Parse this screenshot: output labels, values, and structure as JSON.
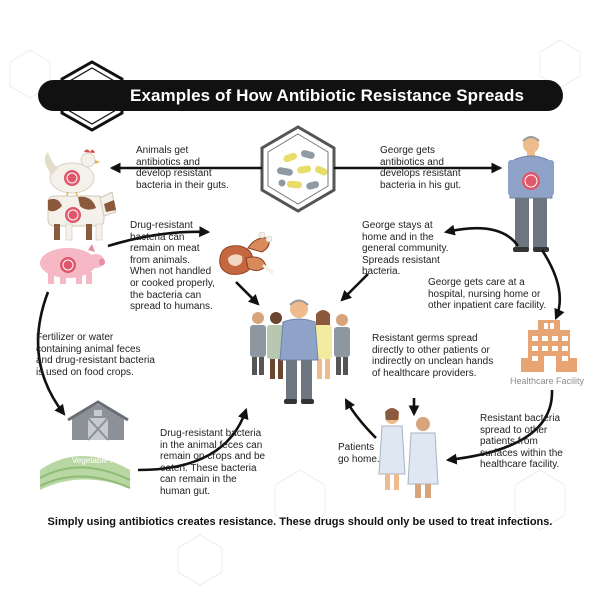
{
  "title": "Examples of How Antibiotic Resistance Spreads",
  "steps": {
    "animals_get_antibiotics": "Animals get\nantibiotics and\ndevelop resistant\nbacteria in their guts.",
    "george_gets_antibiotics": "George gets\nantibiotics and\ndevelops resistant\nbacteria in his gut.",
    "meat_bacteria": "Drug-resistant\nbacteria can\nremain on meat\nfrom animals.\nWhen not handled\nor cooked properly,\nthe bacteria can\nspread to humans.",
    "george_stays_home": "George stays at\nhome and in the\ngeneral community.\nSpreads resistant\nbacteria.",
    "george_gets_care": "George gets care at a\nhospital, nursing home or\nother inpatient care facility.",
    "fertilizer_water": "Fertilizer or water\ncontaining animal feces\nand drug-resistant bacteria\nis used on food crops.",
    "germs_spread": "Resistant germs spread\ndirectly to other patients or\nindirectly on unclean hands\nof healthcare providers.",
    "crops_bacteria": "Drug-resistant bacteria\nin the animal feces can\nremain on crops and be\neaten. These bacteria\ncan remain in the\nhuman gut.",
    "patients_go_home": "Patients\ngo home.",
    "surfaces_spread": "Resistant bacteria\nspread to other\npatients from\nsurfaces within the\nhealthcare facility."
  },
  "labels": {
    "healthcare_facility": "Healthcare Facility",
    "vegetable_farm": "Vegetable Farm"
  },
  "footer": "Simply using antibiotics creates resistance.  These drugs should only be used to treat infections.",
  "colors": {
    "title_bar": "#111111",
    "bacteria": "#e0566b",
    "pill_yellow": "#e8dc6a",
    "pill_grey": "#8f9aa3",
    "shirt_blue": "#8fa3c8",
    "facility_orange": "#e8a473",
    "farm_green": "#b9d7a2",
    "barn_grey": "#8c9198"
  },
  "icons": [
    "pills-hexagon-icon",
    "chicken-icon",
    "cow-icon",
    "pig-icon",
    "meat-icon",
    "george-figure",
    "people-group",
    "healthcare-facility-icon",
    "patients-icon",
    "vegetable-farm-icon"
  ]
}
